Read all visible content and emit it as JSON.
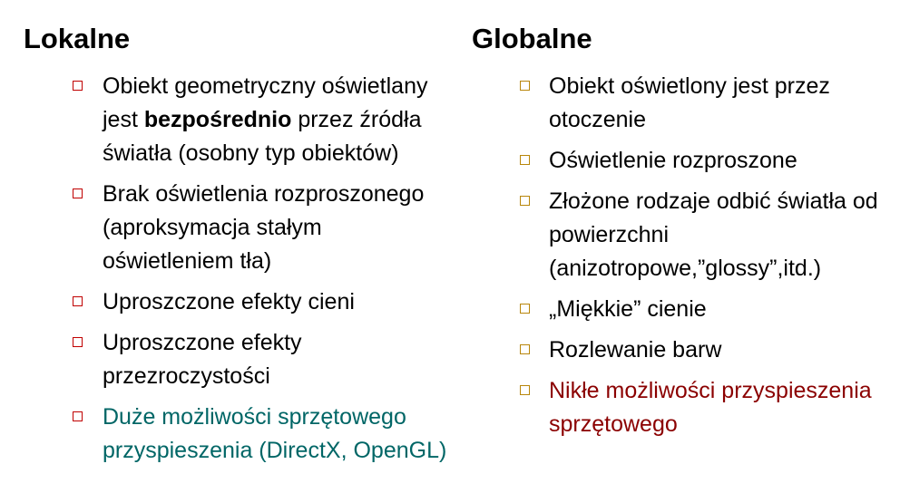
{
  "left": {
    "heading": "Lokalne",
    "items": [
      {
        "pre": "Obiekt geometryczny oświetlany jest ",
        "bold": "bezpośrednio",
        "post": " przez źródła światła (osobny typ obiektów)"
      },
      {
        "text": "Brak oświetlenia rozproszonego (aproksymacja stałym oświetleniem tła)"
      },
      {
        "text": "Uproszczone efekty cieni"
      },
      {
        "text": "Uproszczone efekty przezroczystości"
      },
      {
        "text": "Duże możliwości sprzętowego przyspieszenia (DirectX, OpenGL)"
      }
    ]
  },
  "right": {
    "heading": "Globalne",
    "items": [
      {
        "text": "Obiekt oświetlony jest przez otoczenie"
      },
      {
        "text": "Oświetlenie rozproszone"
      },
      {
        "text": "Złożone rodzaje odbić światła od powierzchni (anizotropowe,”glossy”,itd.)"
      },
      {
        "text": "„Miękkie” cienie"
      },
      {
        "text": "Rozlewanie barw"
      },
      {
        "text": "Nikłe możliwości przyspieszenia sprzętowego"
      }
    ]
  },
  "colors": {
    "text": "#000000",
    "marker_left": "#c00000",
    "marker_right": "#b8860b",
    "highlight_teal": "#006666",
    "highlight_darkred": "#8b0000"
  },
  "icons": {
    "bullet": "square-outline-bullet-icon"
  }
}
